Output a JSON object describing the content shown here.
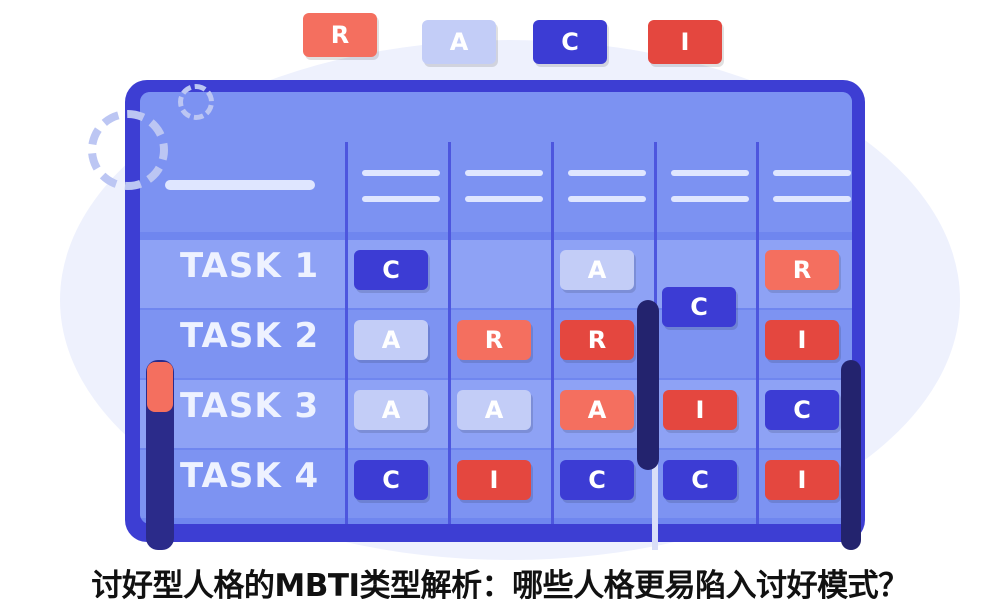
{
  "illustration": {
    "top_cards": [
      "R",
      "A",
      "C",
      "I"
    ],
    "rows": [
      {
        "label": "TASK 1",
        "cards": [
          {
            "col": 0,
            "letter": "C",
            "type": "C"
          },
          {
            "col": 2,
            "letter": "A",
            "type": "A"
          },
          {
            "col": 4,
            "letter": "R",
            "type": "R"
          }
        ]
      },
      {
        "label": "TASK 2",
        "cards": [
          {
            "col": 0,
            "letter": "A",
            "type": "A"
          },
          {
            "col": 1,
            "letter": "R",
            "type": "R"
          },
          {
            "col": 2,
            "letter": "R",
            "type": "I"
          },
          {
            "col": 4,
            "letter": "I",
            "type": "I"
          }
        ]
      },
      {
        "label": "TASK 3",
        "cards": [
          {
            "col": 0,
            "letter": "A",
            "type": "A"
          },
          {
            "col": 1,
            "letter": "A",
            "type": "A"
          },
          {
            "col": 2,
            "letter": "A",
            "type": "R"
          },
          {
            "col": 3,
            "letter": "I",
            "type": "I"
          },
          {
            "col": 4,
            "letter": "C",
            "type": "C"
          }
        ]
      },
      {
        "label": "TASK 4",
        "cards": [
          {
            "col": 0,
            "letter": "C",
            "type": "C"
          },
          {
            "col": 1,
            "letter": "I",
            "type": "I"
          },
          {
            "col": 2,
            "letter": "C",
            "type": "C"
          },
          {
            "col": 3,
            "letter": "C",
            "type": "C"
          },
          {
            "col": 4,
            "letter": "I",
            "type": "I"
          }
        ]
      }
    ],
    "held_card": "C",
    "colors": {
      "R": "#f46f5f",
      "A": "#c3cdf7",
      "C": "#3c3cd4",
      "I": "#e4473f",
      "board": "#3d3ed3"
    }
  },
  "caption": "讨好型人格的MBTI类型解析：哪些人格更易陷入讨好模式？"
}
